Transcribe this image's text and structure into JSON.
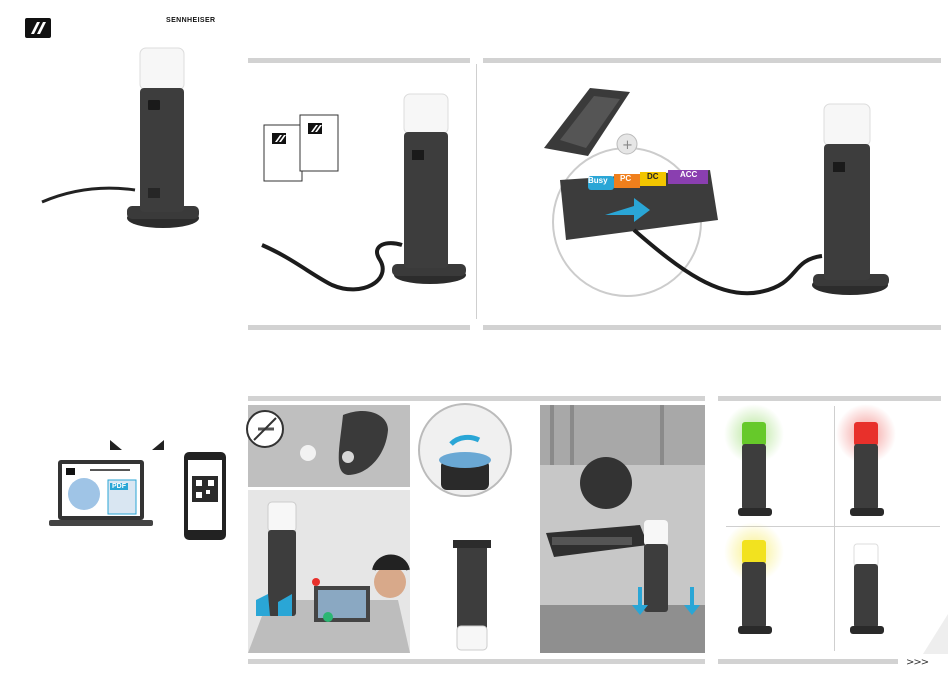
{
  "brand": {
    "name": "SENNHEISER",
    "logo_icon": "sennheiser-logo-icon"
  },
  "contents": {
    "doc_icons": [
      "sennheiser-logo-icon",
      "sennheiser-logo-icon"
    ]
  },
  "connect": {
    "port_labels": [
      "Busy",
      "PC",
      "DC",
      "ACC"
    ],
    "port_colors": [
      "#2aa6d6",
      "#f07f1c",
      "#f2c500",
      "#8a3fb0"
    ],
    "accent": "#2aa6d6"
  },
  "mount": {
    "no_screw_icon": "no-screw-icon"
  },
  "status": {
    "colors": [
      "#66c92a",
      "#e8302b",
      "#f2e21f",
      "#ffffff"
    ]
  },
  "resources": {
    "pdf_label": "PDF"
  },
  "nav": {
    "more_label": ">>>"
  }
}
